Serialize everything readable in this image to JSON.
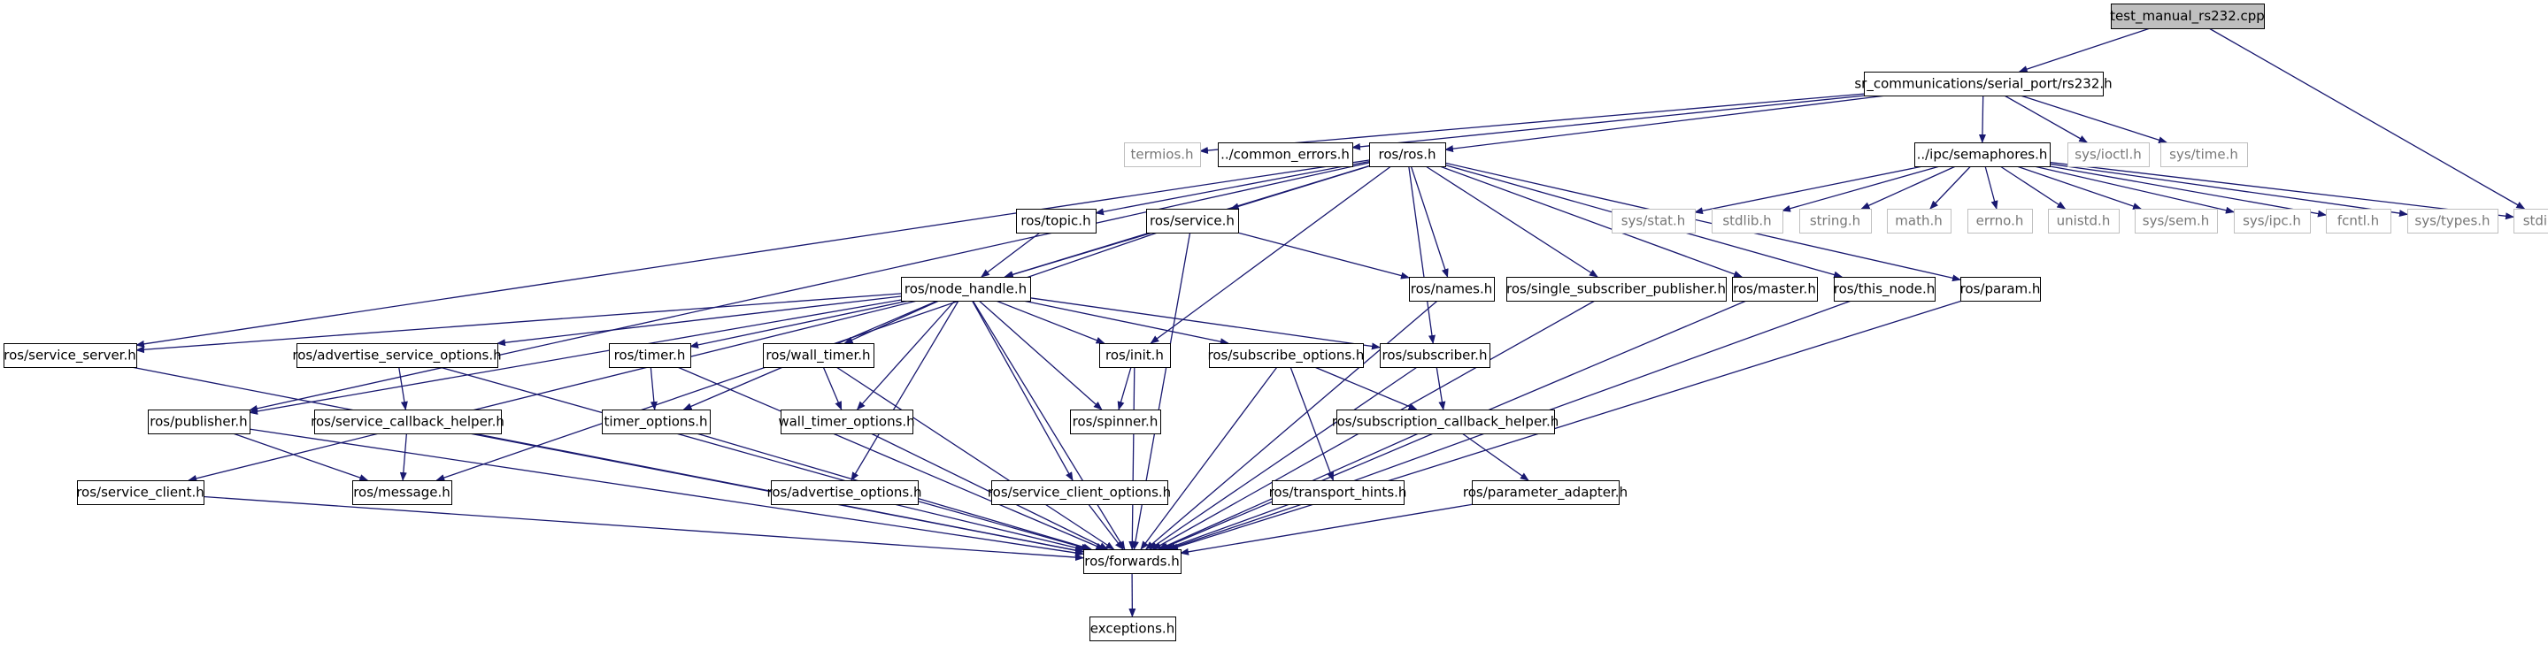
{
  "diagram": {
    "kind": "include-dependency-graph",
    "colors": {
      "edge": "#191970",
      "root_fill": "#bfbfbf",
      "node_border": "#000000",
      "external_border": "#bfbfbf",
      "text_dark": "#000000",
      "text_gray": "#777777"
    },
    "nodes": [
      {
        "id": "test_manual_rs232_cpp",
        "label": "test_manual_rs232.cpp",
        "kind": "root"
      },
      {
        "id": "rs232_h",
        "label": "sr_communications/serial_port/rs232.h",
        "kind": "file"
      },
      {
        "id": "termios_h",
        "label": "termios.h",
        "kind": "external"
      },
      {
        "id": "common_errors_h",
        "label": "../common_errors.h",
        "kind": "file"
      },
      {
        "id": "ros_ros_h",
        "label": "ros/ros.h",
        "kind": "file"
      },
      {
        "id": "semaphores_h",
        "label": "../ipc/semaphores.h",
        "kind": "file"
      },
      {
        "id": "sys_ioctl_h",
        "label": "sys/ioctl.h",
        "kind": "external"
      },
      {
        "id": "sys_time_h",
        "label": "sys/time.h",
        "kind": "external"
      },
      {
        "id": "sys_stat_h",
        "label": "sys/stat.h",
        "kind": "external"
      },
      {
        "id": "stdlib_h",
        "label": "stdlib.h",
        "kind": "external"
      },
      {
        "id": "string_h",
        "label": "string.h",
        "kind": "external"
      },
      {
        "id": "math_h",
        "label": "math.h",
        "kind": "external"
      },
      {
        "id": "errno_h",
        "label": "errno.h",
        "kind": "external"
      },
      {
        "id": "unistd_h",
        "label": "unistd.h",
        "kind": "external"
      },
      {
        "id": "sys_sem_h",
        "label": "sys/sem.h",
        "kind": "external"
      },
      {
        "id": "sys_ipc_h",
        "label": "sys/ipc.h",
        "kind": "external"
      },
      {
        "id": "fcntl_h",
        "label": "fcntl.h",
        "kind": "external"
      },
      {
        "id": "sys_types_h",
        "label": "sys/types.h",
        "kind": "external"
      },
      {
        "id": "stdio_h",
        "label": "stdio.h",
        "kind": "external"
      },
      {
        "id": "ros_topic_h",
        "label": "ros/topic.h",
        "kind": "file"
      },
      {
        "id": "ros_service_h",
        "label": "ros/service.h",
        "kind": "file"
      },
      {
        "id": "ros_node_handle_h",
        "label": "ros/node_handle.h",
        "kind": "file"
      },
      {
        "id": "ros_names_h",
        "label": "ros/names.h",
        "kind": "file"
      },
      {
        "id": "ros_single_subscriber_publisher_h",
        "label": "ros/single_subscriber_publisher.h",
        "kind": "file"
      },
      {
        "id": "ros_master_h",
        "label": "ros/master.h",
        "kind": "file"
      },
      {
        "id": "ros_this_node_h",
        "label": "ros/this_node.h",
        "kind": "file"
      },
      {
        "id": "ros_param_h",
        "label": "ros/param.h",
        "kind": "file"
      },
      {
        "id": "ros_service_server_h",
        "label": "ros/service_server.h",
        "kind": "file"
      },
      {
        "id": "ros_advertise_service_options_h",
        "label": "ros/advertise_service_options.h",
        "kind": "file"
      },
      {
        "id": "ros_timer_h",
        "label": "ros/timer.h",
        "kind": "file"
      },
      {
        "id": "ros_wall_timer_h",
        "label": "ros/wall_timer.h",
        "kind": "file"
      },
      {
        "id": "ros_init_h",
        "label": "ros/init.h",
        "kind": "file"
      },
      {
        "id": "ros_subscribe_options_h",
        "label": "ros/subscribe_options.h",
        "kind": "file"
      },
      {
        "id": "ros_subscriber_h",
        "label": "ros/subscriber.h",
        "kind": "file"
      },
      {
        "id": "ros_publisher_h",
        "label": "ros/publisher.h",
        "kind": "file"
      },
      {
        "id": "ros_service_callback_helper_h",
        "label": "ros/service_callback_helper.h",
        "kind": "file"
      },
      {
        "id": "timer_options_h",
        "label": "timer_options.h",
        "kind": "file"
      },
      {
        "id": "wall_timer_options_h",
        "label": "wall_timer_options.h",
        "kind": "file"
      },
      {
        "id": "ros_spinner_h",
        "label": "ros/spinner.h",
        "kind": "file"
      },
      {
        "id": "ros_subscription_callback_helper_h",
        "label": "ros/subscription_callback_helper.h",
        "kind": "file"
      },
      {
        "id": "ros_service_client_h",
        "label": "ros/service_client.h",
        "kind": "file"
      },
      {
        "id": "ros_message_h",
        "label": "ros/message.h",
        "kind": "file"
      },
      {
        "id": "ros_advertise_options_h",
        "label": "ros/advertise_options.h",
        "kind": "file"
      },
      {
        "id": "ros_service_client_options_h",
        "label": "ros/service_client_options.h",
        "kind": "file"
      },
      {
        "id": "ros_transport_hints_h",
        "label": "ros/transport_hints.h",
        "kind": "file"
      },
      {
        "id": "ros_parameter_adapter_h",
        "label": "ros/parameter_adapter.h",
        "kind": "file"
      },
      {
        "id": "ros_forwards_h",
        "label": "ros/forwards.h",
        "kind": "file"
      },
      {
        "id": "exceptions_h",
        "label": "exceptions.h",
        "kind": "file"
      }
    ],
    "edges": [
      [
        "test_manual_rs232_cpp",
        "rs232_h"
      ],
      [
        "test_manual_rs232_cpp",
        "stdio_h"
      ],
      [
        "rs232_h",
        "common_errors_h"
      ],
      [
        "rs232_h",
        "ros_ros_h"
      ],
      [
        "rs232_h",
        "semaphores_h"
      ],
      [
        "rs232_h",
        "sys_ioctl_h"
      ],
      [
        "rs232_h",
        "sys_time_h"
      ],
      [
        "rs232_h",
        "termios_h"
      ],
      [
        "semaphores_h",
        "sys_stat_h"
      ],
      [
        "semaphores_h",
        "stdlib_h"
      ],
      [
        "semaphores_h",
        "string_h"
      ],
      [
        "semaphores_h",
        "math_h"
      ],
      [
        "semaphores_h",
        "errno_h"
      ],
      [
        "semaphores_h",
        "unistd_h"
      ],
      [
        "semaphores_h",
        "sys_sem_h"
      ],
      [
        "semaphores_h",
        "sys_ipc_h"
      ],
      [
        "semaphores_h",
        "fcntl_h"
      ],
      [
        "semaphores_h",
        "sys_types_h"
      ],
      [
        "semaphores_h",
        "stdio_h"
      ],
      [
        "ros_ros_h",
        "ros_service_server_h"
      ],
      [
        "ros_ros_h",
        "ros_topic_h"
      ],
      [
        "ros_ros_h",
        "ros_service_h"
      ],
      [
        "ros_ros_h",
        "ros_node_handle_h"
      ],
      [
        "ros_ros_h",
        "ros_publisher_h"
      ],
      [
        "ros_ros_h",
        "ros_init_h"
      ],
      [
        "ros_ros_h",
        "ros_subscriber_h"
      ],
      [
        "ros_ros_h",
        "ros_names_h"
      ],
      [
        "ros_ros_h",
        "ros_single_subscriber_publisher_h"
      ],
      [
        "ros_ros_h",
        "ros_master_h"
      ],
      [
        "ros_ros_h",
        "ros_this_node_h"
      ],
      [
        "ros_ros_h",
        "ros_param_h"
      ],
      [
        "ros_topic_h",
        "ros_node_handle_h"
      ],
      [
        "ros_service_h",
        "ros_node_handle_h"
      ],
      [
        "ros_service_h",
        "ros_names_h"
      ],
      [
        "ros_service_h",
        "ros_message_h"
      ],
      [
        "ros_service_h",
        "ros_forwards_h"
      ],
      [
        "ros_node_handle_h",
        "ros_service_server_h"
      ],
      [
        "ros_node_handle_h",
        "ros_advertise_service_options_h"
      ],
      [
        "ros_node_handle_h",
        "ros_timer_h"
      ],
      [
        "ros_node_handle_h",
        "ros_wall_timer_h"
      ],
      [
        "ros_node_handle_h",
        "ros_init_h"
      ],
      [
        "ros_node_handle_h",
        "ros_subscribe_options_h"
      ],
      [
        "ros_node_handle_h",
        "ros_subscriber_h"
      ],
      [
        "ros_node_handle_h",
        "ros_publisher_h"
      ],
      [
        "ros_node_handle_h",
        "ros_service_client_h"
      ],
      [
        "ros_node_handle_h",
        "timer_options_h"
      ],
      [
        "ros_node_handle_h",
        "wall_timer_options_h"
      ],
      [
        "ros_node_handle_h",
        "ros_advertise_options_h"
      ],
      [
        "ros_node_handle_h",
        "ros_service_client_options_h"
      ],
      [
        "ros_node_handle_h",
        "ros_spinner_h"
      ],
      [
        "ros_node_handle_h",
        "ros_forwards_h"
      ],
      [
        "ros_names_h",
        "ros_forwards_h"
      ],
      [
        "ros_single_subscriber_publisher_h",
        "ros_forwards_h"
      ],
      [
        "ros_master_h",
        "ros_forwards_h"
      ],
      [
        "ros_this_node_h",
        "ros_forwards_h"
      ],
      [
        "ros_param_h",
        "ros_forwards_h"
      ],
      [
        "ros_service_server_h",
        "ros_forwards_h"
      ],
      [
        "ros_advertise_service_options_h",
        "ros_service_callback_helper_h"
      ],
      [
        "ros_advertise_service_options_h",
        "ros_forwards_h"
      ],
      [
        "ros_timer_h",
        "timer_options_h"
      ],
      [
        "ros_timer_h",
        "ros_forwards_h"
      ],
      [
        "ros_wall_timer_h",
        "wall_timer_options_h"
      ],
      [
        "ros_wall_timer_h",
        "ros_forwards_h"
      ],
      [
        "ros_init_h",
        "ros_spinner_h"
      ],
      [
        "ros_init_h",
        "ros_forwards_h"
      ],
      [
        "ros_subscribe_options_h",
        "ros_subscription_callback_helper_h"
      ],
      [
        "ros_subscribe_options_h",
        "ros_transport_hints_h"
      ],
      [
        "ros_subscribe_options_h",
        "ros_forwards_h"
      ],
      [
        "ros_subscriber_h",
        "ros_subscription_callback_helper_h"
      ],
      [
        "ros_subscriber_h",
        "ros_forwards_h"
      ],
      [
        "ros_publisher_h",
        "ros_message_h"
      ],
      [
        "ros_publisher_h",
        "ros_forwards_h"
      ],
      [
        "ros_service_callback_helper_h",
        "ros_message_h"
      ],
      [
        "ros_service_callback_helper_h",
        "ros_forwards_h"
      ],
      [
        "timer_options_h",
        "ros_forwards_h"
      ],
      [
        "wall_timer_options_h",
        "ros_forwards_h"
      ],
      [
        "ros_subscription_callback_helper_h",
        "ros_parameter_adapter_h"
      ],
      [
        "ros_subscription_callback_helper_h",
        "ros_forwards_h"
      ],
      [
        "ros_service_client_h",
        "ros_forwards_h"
      ],
      [
        "ros_advertise_options_h",
        "ros_forwards_h"
      ],
      [
        "ros_service_client_options_h",
        "ros_forwards_h"
      ],
      [
        "ros_transport_hints_h",
        "ros_forwards_h"
      ],
      [
        "ros_parameter_adapter_h",
        "ros_forwards_h"
      ],
      [
        "ros_forwards_h",
        "exceptions_h"
      ]
    ]
  }
}
